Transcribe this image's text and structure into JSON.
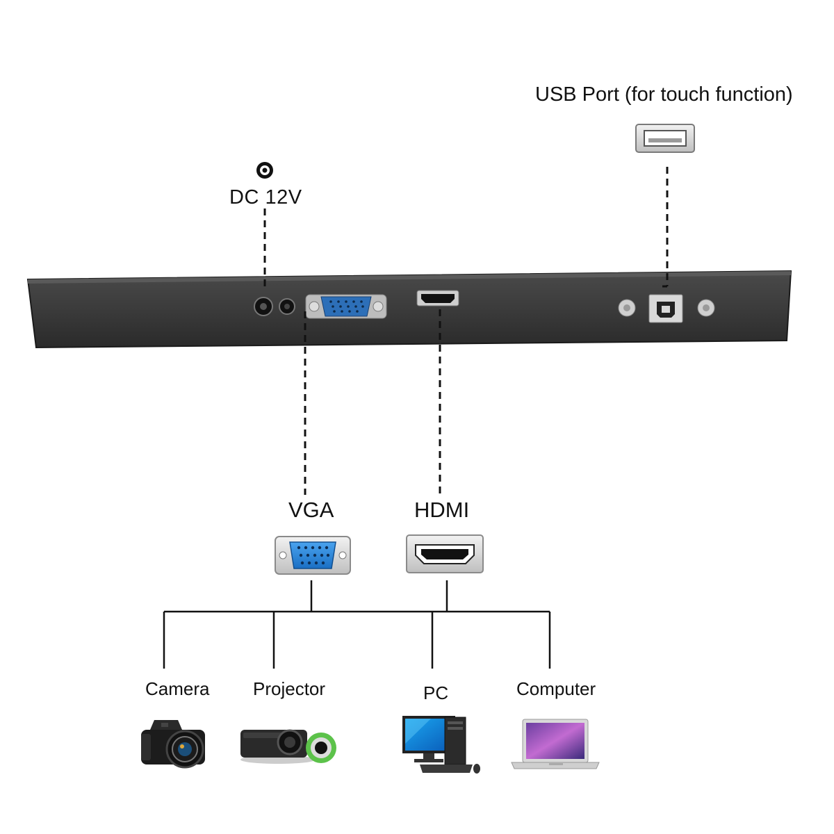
{
  "labels": {
    "usb_port": "USB Port (for touch function)",
    "dc": "DC 12V",
    "vga": "VGA",
    "hdmi": "HDMI",
    "camera": "Camera",
    "projector": "Projector",
    "pc": "PC",
    "computer": "Computer"
  },
  "icons": {
    "power": "power-jack-icon",
    "usb_a": "usb-a-port-icon",
    "usb_b": "usb-b-port-icon",
    "vga": "vga-port-icon",
    "hdmi": "hdmi-port-icon",
    "camera": "camera-icon",
    "projector": "projector-icon",
    "pc": "desktop-pc-icon",
    "computer": "laptop-icon"
  },
  "colors": {
    "panel": "#3a3a3a",
    "vga_blue": "#1f7fd6",
    "line": "#111111"
  }
}
